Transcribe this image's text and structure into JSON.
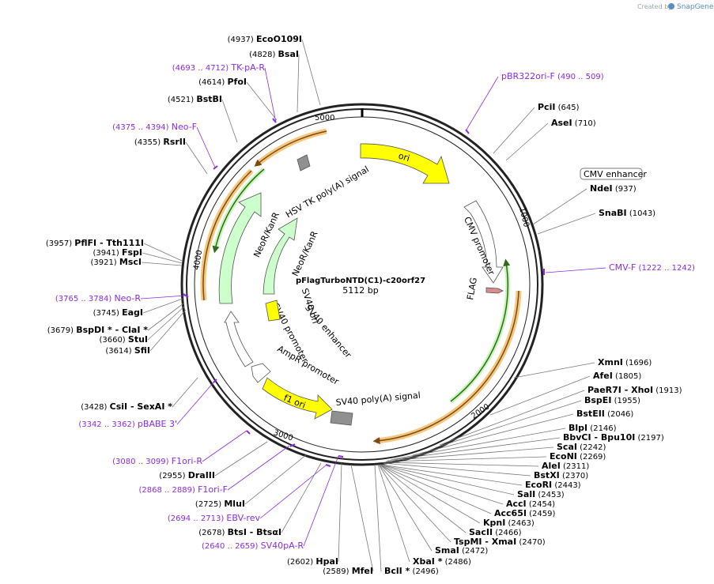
{
  "branding": {
    "created_by": "Created by",
    "product": "SnapGene"
  },
  "plasmid": {
    "name": "pFlagTurboNTD(C1)-c20orf27",
    "size": "5112 bp"
  },
  "ruler": [
    "1000",
    "2000",
    "3000",
    "4000",
    "5000"
  ],
  "features": [
    {
      "label": "ori",
      "color": "#ffff00"
    },
    {
      "label": "CMV promoter",
      "color": "#ffffff"
    },
    {
      "label": "FLAG",
      "color": "#d98c8c"
    },
    {
      "label": "SV40 poly(A) signal",
      "color": "#909090"
    },
    {
      "label": "f1 ori",
      "color": "#ffff00"
    },
    {
      "label": "AmpR promoter",
      "color": "#ffffff"
    },
    {
      "label": "SV40 promoter",
      "color": "#ffffff"
    },
    {
      "label": "NeoR/KanR",
      "color": "#ccffcc"
    },
    {
      "label": "HSV TK poly(A) signal",
      "color": "#909090"
    },
    {
      "label": "SV40 ori",
      "color": "#ffff00"
    },
    {
      "label": "SV40 enhancer",
      "color": "#ffffff"
    }
  ],
  "boxed_label": "CMV enhancer",
  "labels": [
    {
      "num": "(4937)",
      "name": "EcoO109I"
    },
    {
      "num": "(4828)",
      "name": "BsaI"
    },
    {
      "num": "(4693 .. 4712)",
      "name": "TK-pA-R",
      "primer": true
    },
    {
      "num": "(4614)",
      "name": "PfoI"
    },
    {
      "num": "(4521)",
      "name": "BstBI"
    },
    {
      "num": "(4375 .. 4394)",
      "name": "Neo-F",
      "primer": true
    },
    {
      "num": "(4355)",
      "name": "RsrII"
    },
    {
      "num": "(3957)",
      "name": "PflFI",
      "name2": "- Tth111I"
    },
    {
      "num": "(3941)",
      "name": "FspI"
    },
    {
      "num": "(3921)",
      "name": "MscI"
    },
    {
      "num": "(3765 .. 3784)",
      "name": "Neo-R",
      "primer": true
    },
    {
      "num": "(3745)",
      "name": "EagI"
    },
    {
      "num": "(3679)",
      "name": "BspDI *",
      "name2": "- ClaI *"
    },
    {
      "num": "(3660)",
      "name": "StuI"
    },
    {
      "num": "(3614)",
      "name": "SfiI"
    },
    {
      "num": "(3428)",
      "name": "CsiI",
      "name2": "- SexAI *"
    },
    {
      "num": "(3342 .. 3362)",
      "name": "pBABE 3'",
      "primer": true
    },
    {
      "num": "(3080 .. 3099)",
      "name": "F1ori-R",
      "primer": true
    },
    {
      "num": "(2955)",
      "name": "DraIII"
    },
    {
      "num": "(2868 .. 2889)",
      "name": "F1ori-F",
      "primer": true
    },
    {
      "num": "(2725)",
      "name": "MluI"
    },
    {
      "num": "(2694 .. 2713)",
      "name": "EBV-rev",
      "primer": true
    },
    {
      "num": "(2678)",
      "name": "BtsI",
      "name2": "- BtsαI"
    },
    {
      "num": "(2640 .. 2659)",
      "name": "SV40pA-R",
      "primer": true
    },
    {
      "num": "(2602)",
      "name": "HpaI"
    },
    {
      "num": "(2589)",
      "name": "MfeI"
    },
    {
      "num": "(2496)",
      "name": "BclI *"
    },
    {
      "num": "(2486)",
      "name": "XbaI *"
    },
    {
      "num": "(2472)",
      "name": "SmaI"
    },
    {
      "num": "(2470)",
      "name": "TspMI",
      "name2": "- XmaI"
    },
    {
      "num": "(2466)",
      "name": "SacII"
    },
    {
      "num": "(2463)",
      "name": "KpnI"
    },
    {
      "num": "(2459)",
      "name": "Acc65I"
    },
    {
      "num": "(2454)",
      "name": "AccI"
    },
    {
      "num": "(2453)",
      "name": "SalI"
    },
    {
      "num": "(2443)",
      "name": "EcoRI"
    },
    {
      "num": "(2370)",
      "name": "BstXI"
    },
    {
      "num": "(2311)",
      "name": "AleI"
    },
    {
      "num": "(2269)",
      "name": "EcoNI"
    },
    {
      "num": "(2242)",
      "name": "ScaI"
    },
    {
      "num": "(2197)",
      "name": "BbvCI",
      "name2": "- Bpu10I"
    },
    {
      "num": "(2146)",
      "name": "BlpI"
    },
    {
      "num": "(2046)",
      "name": "BstEII"
    },
    {
      "num": "(1955)",
      "name": "BspEI"
    },
    {
      "num": "(1913)",
      "name": "PaeR7I",
      "name2": "- XhoI"
    },
    {
      "num": "(1805)",
      "name": "AfeI"
    },
    {
      "num": "(1696)",
      "name": "XmnI"
    },
    {
      "num": "(1222 .. 1242)",
      "name": "CMV-F",
      "primer": true
    },
    {
      "num": "(1043)",
      "name": "SnaBI"
    },
    {
      "num": "(937)",
      "name": "NdeI"
    },
    {
      "num": "(710)",
      "name": "AseI"
    },
    {
      "num": "(645)",
      "name": "PciI"
    },
    {
      "num": "(490 .. 509)",
      "name": "pBR322ori-F",
      "primer": true
    }
  ]
}
